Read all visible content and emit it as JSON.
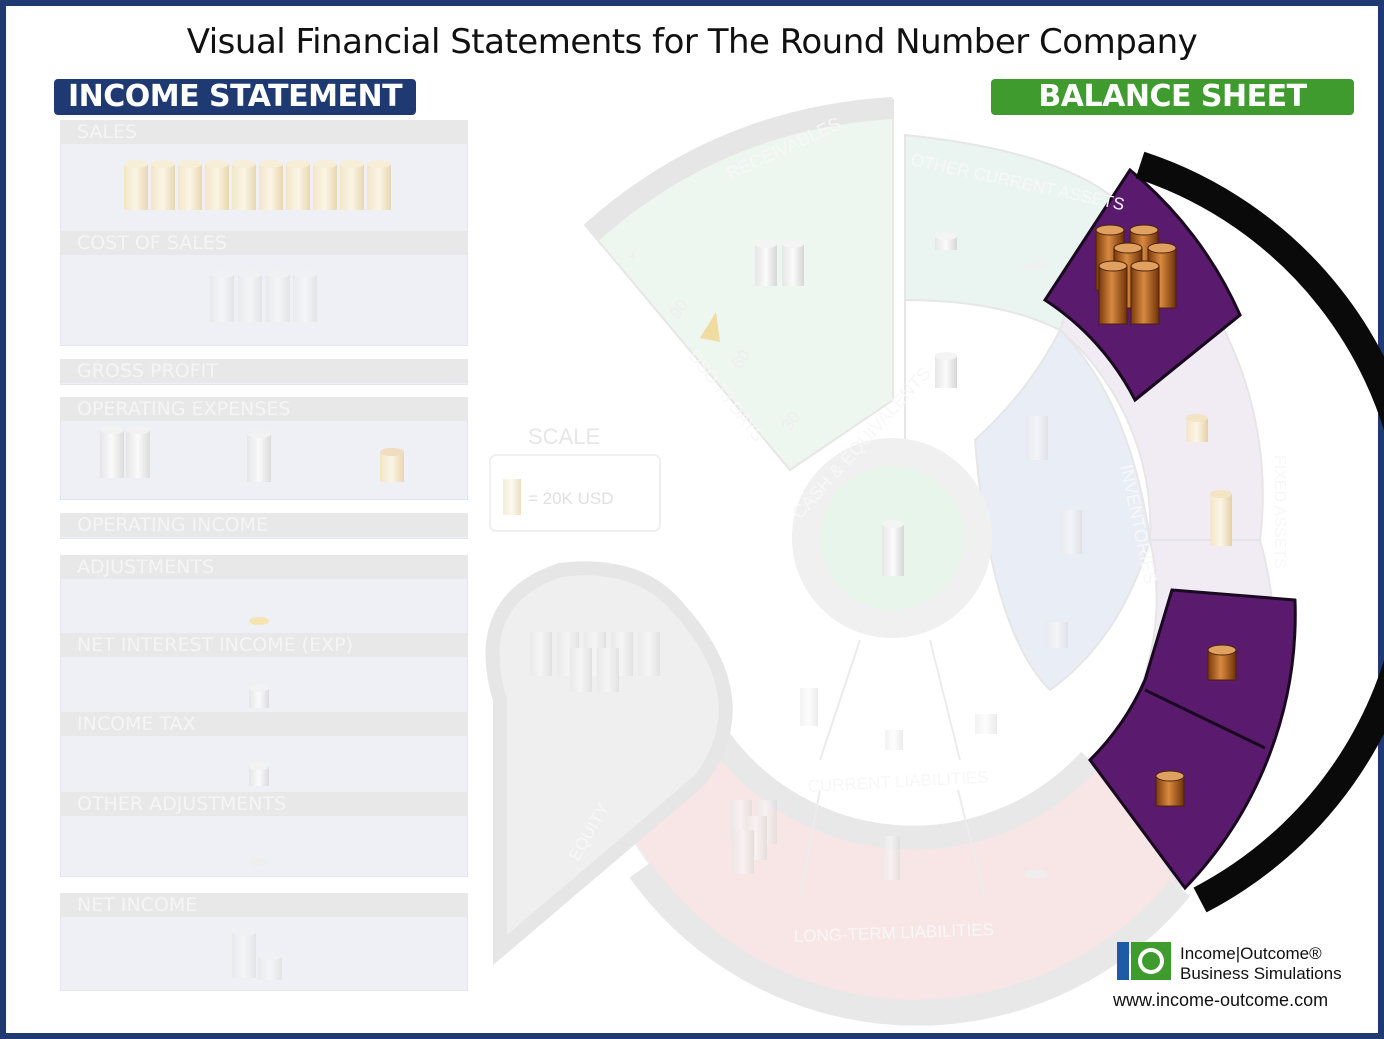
{
  "title": "Visual Financial Statements for The Round Number Company",
  "income_statement": {
    "banner": "INCOME STATEMENT",
    "sections": {
      "sales": "SALES",
      "cost_of_sales": "COST OF SALES",
      "gross_profit": "GROSS PROFIT",
      "operating_expenses": "OPERATING EXPENSES",
      "operating_income": "OPERATING INCOME",
      "adjustments": "ADJUSTMENTS",
      "net_interest": "NET INTEREST INCOME (EXP)",
      "income_tax": "INCOME TAX",
      "other_adjustments": "OTHER ADJUSTMENTS",
      "net_income": "NET INCOME"
    }
  },
  "balance_sheet": {
    "banner": "BALANCE SHEET",
    "labels": {
      "receivables": "RECEIVABLES",
      "other_current_assets": "OTHER CURRENT ASSETS",
      "cash": "CASH & EQUIVALENTS",
      "inventories": "INVENTORIES",
      "fixed_assets": "FIXED ASSETS",
      "fixed_assets_inner": "FIXED ASSETS",
      "current_liabilities": "CURRENT LIABILITIES",
      "long_term_liabilities": "LONG-TERM LIABILITIES",
      "equity": "EQUITY",
      "dso": "DSO 73 DAYS",
      "dso_ticks": [
        "90",
        "60",
        "30"
      ],
      "plus": "+"
    }
  },
  "scale": {
    "label": "SCALE",
    "legend": "= 20K USD"
  },
  "logo": {
    "line1": "Income|Outcome®",
    "line2": "Business Simulations",
    "url": "www.income-outcome.com"
  },
  "colors": {
    "frame": "#1f3a73",
    "income_banner": "#1f3a73",
    "balance_banner": "#3f9b2e",
    "fixed_assets_highlight": "#5a1a6e",
    "coin": "#b5651d"
  }
}
